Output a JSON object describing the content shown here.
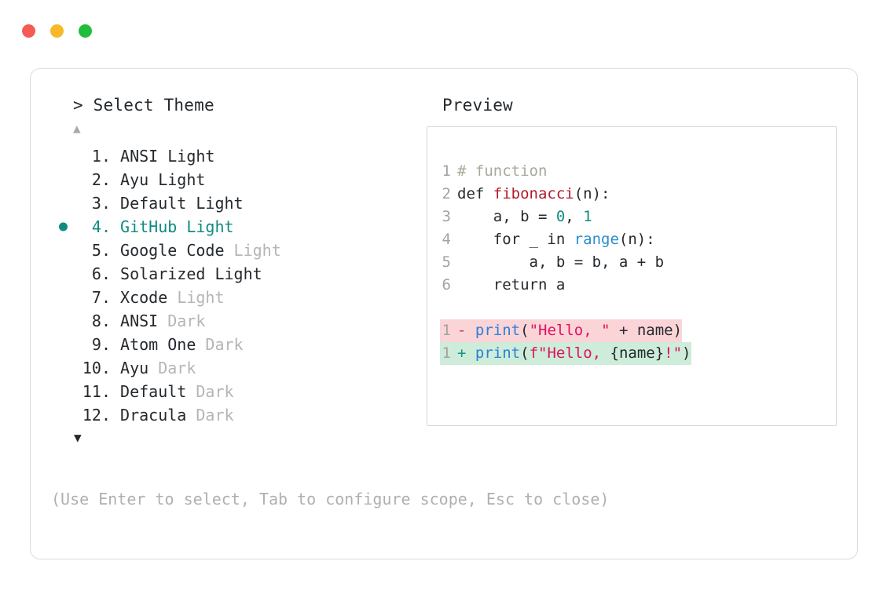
{
  "window": {
    "traffic_lights": [
      {
        "name": "close",
        "color": "#f55b52"
      },
      {
        "name": "minimize",
        "color": "#f7b928"
      },
      {
        "name": "maximize",
        "color": "#21be3e"
      }
    ]
  },
  "prompt": {
    "marker": ">",
    "title": "> Select Theme"
  },
  "preview": {
    "title": "Preview"
  },
  "scroll": {
    "up_arrow": "▲",
    "down_arrow": "▼"
  },
  "list": {
    "selected_index": 4,
    "selected_bullet": "●",
    "accent_color": "#0f8b82",
    "items": [
      {
        "number": "1.",
        "name": "ANSI",
        "variant": "Light",
        "variant_muted": false,
        "selected": false
      },
      {
        "number": "2.",
        "name": "Ayu",
        "variant": "Light",
        "variant_muted": false,
        "selected": false
      },
      {
        "number": "3.",
        "name": "Default",
        "variant": "Light",
        "variant_muted": false,
        "selected": false
      },
      {
        "number": "4.",
        "name": "GitHub",
        "variant": "Light",
        "variant_muted": false,
        "selected": true
      },
      {
        "number": "5.",
        "name": "Google Code",
        "variant": "Light",
        "variant_muted": true,
        "selected": false
      },
      {
        "number": "6.",
        "name": "Solarized",
        "variant": "Light",
        "variant_muted": false,
        "selected": false
      },
      {
        "number": "7.",
        "name": "Xcode",
        "variant": "Light",
        "variant_muted": true,
        "selected": false
      },
      {
        "number": "8.",
        "name": "ANSI",
        "variant": "Dark",
        "variant_muted": true,
        "selected": false
      },
      {
        "number": "9.",
        "name": "Atom One",
        "variant": "Dark",
        "variant_muted": true,
        "selected": false
      },
      {
        "number": "10.",
        "name": "Ayu",
        "variant": "Dark",
        "variant_muted": true,
        "selected": false
      },
      {
        "number": "11.",
        "name": "Default",
        "variant": "Dark",
        "variant_muted": true,
        "selected": false
      },
      {
        "number": "12.",
        "name": "Dracula",
        "variant": "Dark",
        "variant_muted": true,
        "selected": false
      }
    ]
  },
  "code": {
    "lines": [
      {
        "number": "1",
        "tokens": [
          {
            "text": "# function",
            "type": "comment"
          }
        ]
      },
      {
        "number": "2",
        "tokens": [
          {
            "text": "def ",
            "type": "kw"
          },
          {
            "text": "fibonacci",
            "type": "fn"
          },
          {
            "text": "(n):",
            "type": "plain"
          }
        ]
      },
      {
        "number": "3",
        "tokens": [
          {
            "text": "    a, b = ",
            "type": "plain"
          },
          {
            "text": "0",
            "type": "num"
          },
          {
            "text": ", ",
            "type": "plain"
          },
          {
            "text": "1",
            "type": "num"
          }
        ]
      },
      {
        "number": "4",
        "tokens": [
          {
            "text": "    for _ in ",
            "type": "plain"
          },
          {
            "text": "range",
            "type": "builtin"
          },
          {
            "text": "(n):",
            "type": "plain"
          }
        ]
      },
      {
        "number": "5",
        "tokens": [
          {
            "text": "        a, b = b, a + b",
            "type": "plain"
          }
        ]
      },
      {
        "number": "6",
        "tokens": [
          {
            "text": "    return a",
            "type": "plain"
          }
        ]
      }
    ],
    "diff": [
      {
        "number": "1",
        "kind": "del",
        "mark": "-",
        "tokens": [
          {
            "text": "print",
            "type": "print"
          },
          {
            "text": "(",
            "type": "plain"
          },
          {
            "text": "\"Hello, \"",
            "type": "str"
          },
          {
            "text": " + name)",
            "type": "plain"
          }
        ]
      },
      {
        "number": "1",
        "kind": "add",
        "mark": "+",
        "tokens": [
          {
            "text": "print",
            "type": "print"
          },
          {
            "text": "(",
            "type": "plain"
          },
          {
            "text": "f\"Hello, ",
            "type": "str"
          },
          {
            "text": "{name}",
            "type": "plain"
          },
          {
            "text": "!\"",
            "type": "str"
          },
          {
            "text": ")",
            "type": "plain"
          }
        ]
      }
    ]
  },
  "footer": {
    "hint": "(Use Enter to select, Tab to configure scope, Esc to close)"
  }
}
